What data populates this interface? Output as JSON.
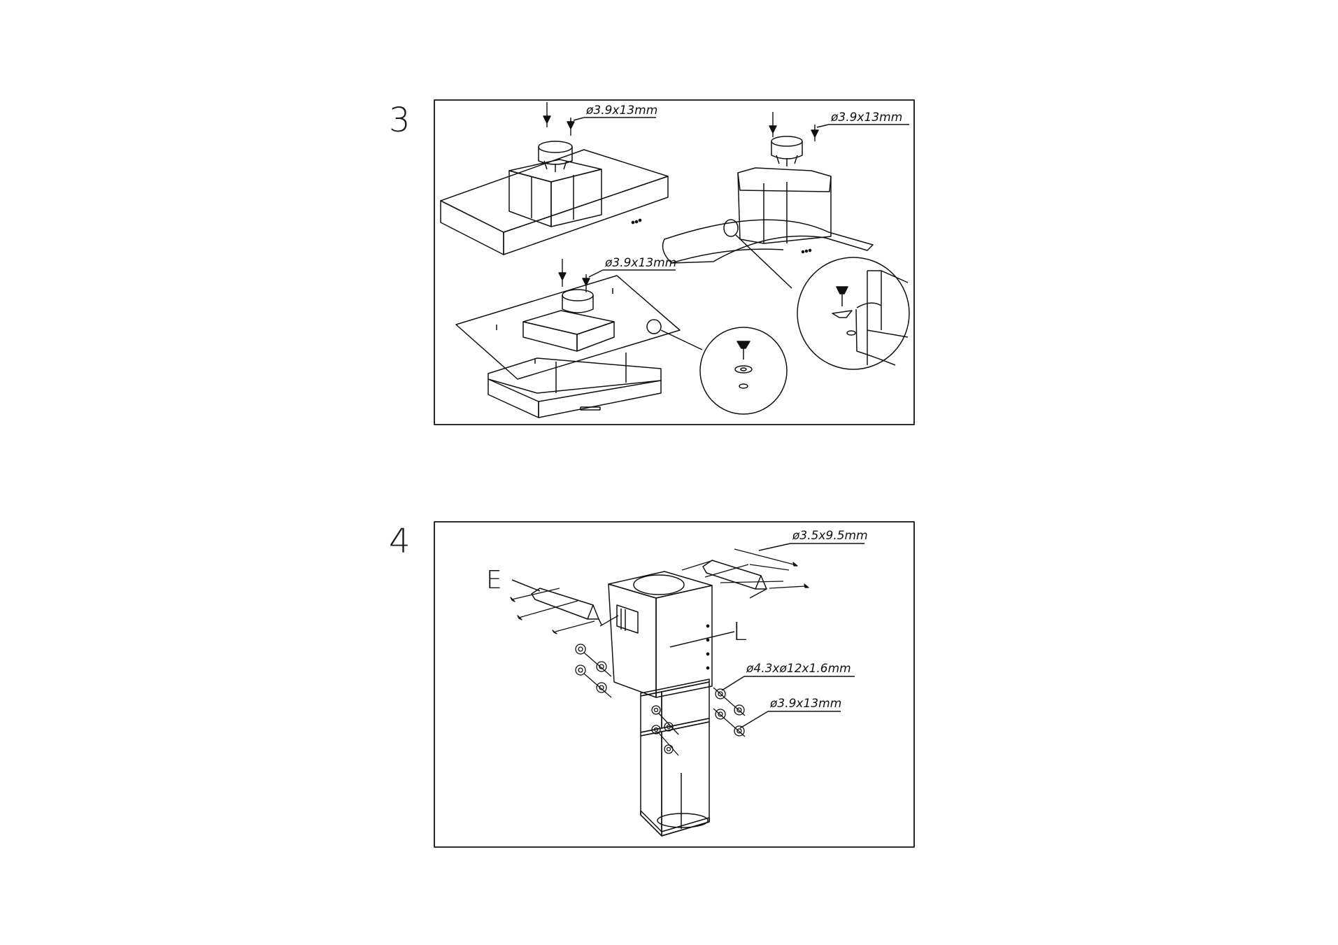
{
  "steps": [
    {
      "number": "3",
      "labels": [
        "ø3.9x13mm",
        "ø3.9x13mm",
        "ø3.9x13mm"
      ]
    },
    {
      "number": "4",
      "labels": [
        "ø3.5x9.5mm",
        "ø4.3xø12x1.6mm",
        "ø3.9x13mm"
      ],
      "part_letters": [
        "E",
        "L"
      ]
    }
  ]
}
